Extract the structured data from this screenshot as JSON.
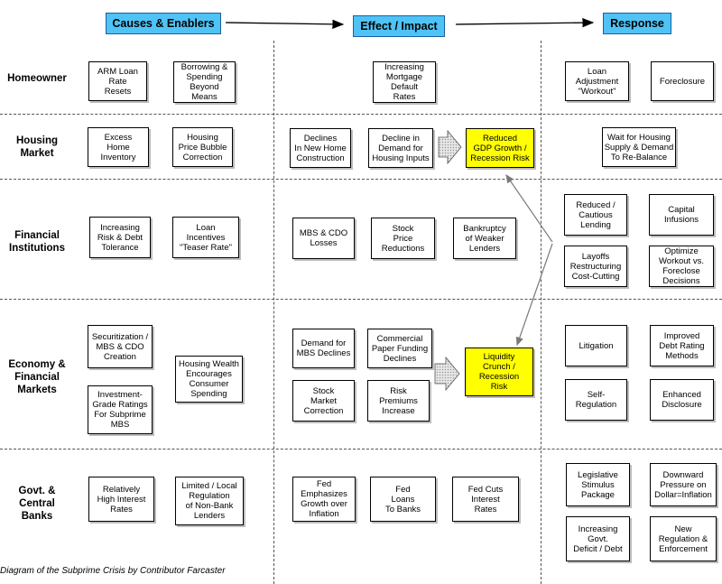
{
  "headers": {
    "causes": "Causes & Enablers",
    "effect": "Effect / Impact",
    "response": "Response"
  },
  "rows": {
    "homeowner": "Homeowner",
    "housing": "Housing\nMarket",
    "financial": "Financial\nInstitutions",
    "economy": "Economy &\nFinancial\nMarkets",
    "govt": "Govt. &\nCentral\nBanks"
  },
  "boxes": {
    "arm": "ARM Loan\nRate\nResets",
    "borrowing": "Borrowing &\nSpending\nBeyond\nMeans",
    "increasing_default": "Increasing\nMortgage\nDefault\nRates",
    "loan_adjustment": "Loan\nAdjustment\n\"Workout\"",
    "foreclosure": "Foreclosure",
    "excess_inventory": "Excess\nHome\nInventory",
    "price_bubble": "Housing\nPrice Bubble\nCorrection",
    "declines_construction": "Declines\nIn New Home\nConstruction",
    "decline_demand": "Decline in\nDemand for\nHousing Inputs",
    "reduced_gdp": "Reduced\nGDP Growth /\nRecession Risk",
    "wait_housing": "Wait for Housing\nSupply & Demand\nTo Re-Balance",
    "risk_tolerance": "Increasing\nRisk & Debt\nTolerance",
    "loan_incentives": "Loan\nIncentives\n\"Teaser Rate\"",
    "mbs_cdo_losses": "MBS & CDO\nLosses",
    "stock_price": "Stock\nPrice\nReductions",
    "bankruptcy": "Bankruptcy\nof Weaker\nLenders",
    "reduced_lending": "Reduced /\nCautious\nLending",
    "capital_infusions": "Capital\nInfusions",
    "layoffs": "Layoffs\nRestructuring\nCost-Cutting",
    "optimize_workout": "Optimize\nWorkout vs.\nForeclose\nDecisions",
    "securitization": "Securitization /\nMBS & CDO\nCreation",
    "investment_grade": "Investment-\nGrade Ratings\nFor Subprime\nMBS",
    "housing_wealth": "Housing Wealth\nEncourages\nConsumer\nSpending",
    "demand_mbs": "Demand for\nMBS Declines",
    "commercial_paper": "Commercial\nPaper Funding\nDeclines",
    "stock_market": "Stock\nMarket\nCorrection",
    "risk_premiums": "Risk\nPremiums\nIncrease",
    "liquidity_crunch": "Liquidity\nCrunch /\nRecession\nRisk",
    "litigation": "Litigation",
    "improved_debt": "Improved\nDebt Rating\nMethods",
    "self_regulation": "Self-\nRegulation",
    "enhanced_disclosure": "Enhanced\nDisclosure",
    "high_interest": "Relatively\nHigh Interest\nRates",
    "limited_regulation": "Limited / Local\nRegulation\nof Non-Bank\nLenders",
    "fed_growth": "Fed\nEmphasizes\nGrowth over\nInflation",
    "fed_loans": "Fed\nLoans\nTo Banks",
    "fed_cuts": "Fed Cuts\nInterest\nRates",
    "legislative": "Legislative\nStimulus\nPackage",
    "downward_pressure": "Downward\nPressure on\nDollar=Inflation",
    "increasing_deficit": "Increasing\nGovt.\nDeficit / Debt",
    "new_regulation": "New\nRegulation &\nEnforcement"
  },
  "caption": "Diagram of the Subprime Crisis by Contributor Farcaster",
  "colors": {
    "header": "#4fc3f5",
    "highlight": "#ffff00"
  }
}
